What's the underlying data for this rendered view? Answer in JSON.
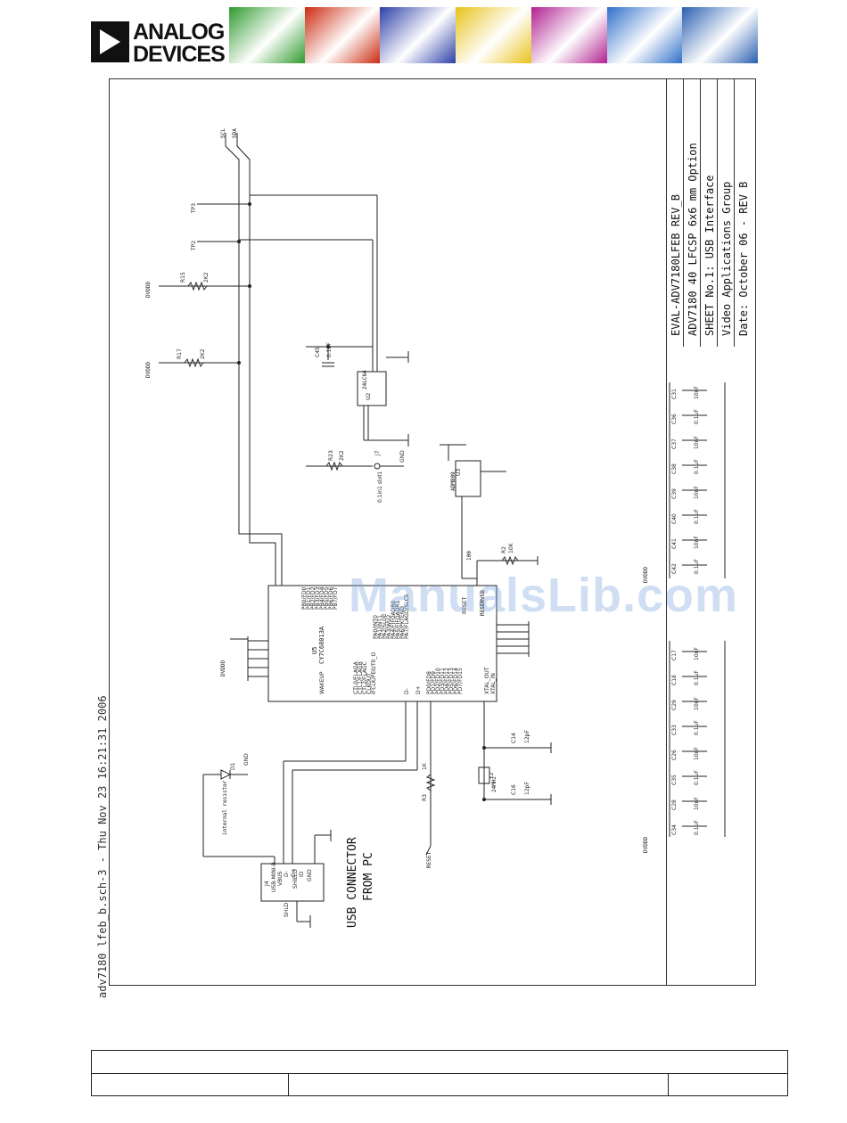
{
  "brand": {
    "line1": "ANALOG",
    "line2": "DEVICES"
  },
  "banner_colors": [
    "#2e9a2e",
    "#cc2a10",
    "#2d3fa8",
    "#e8c21a",
    "#b0208f",
    "#2f70c8",
    "#2a5fb0"
  ],
  "title_block": {
    "line1": "EVAL-ADV7180LFEB REV_B",
    "line2": "ADV7180 40 LFCSP 6x6 mm Option",
    "line3": "SHEET No.1: USB Interface",
    "line4": "Video Applications Group",
    "line5": "Date: October 06 - REV B"
  },
  "file_stamp": "adv7180 lfeb_b.sch-3 - Thu Nov 23 16:21:31 2006",
  "watermark": "ManualsLib.com",
  "schematic": {
    "connector_text": "USB CONNECTOR",
    "connector_text2": "FROM PC",
    "j4_label": "J4",
    "j4_part": "USB-MINI-B",
    "j4_vbus": "VBUS",
    "j4_dm": "D-",
    "j4_dp": "D+",
    "j4_id": "ID",
    "j4_gnd": "GND",
    "j4_shield": "SHIELD",
    "j4_shld": "SHLD",
    "internal_resistor": "internal resistor",
    "d1": "D1",
    "gnd": "GND",
    "u5": "U5",
    "u5_part": "CY7C68013A",
    "u2": "U2",
    "u2_part": "24LC64",
    "u3": "U3",
    "u3_part": "ADM809",
    "reset": "RESET",
    "reserved": "RESERVED",
    "dvddd": "DVDDD",
    "r15": "R15",
    "r15_val": "2K2",
    "r17": "R17",
    "r17_val": "2K2",
    "r23": "R23",
    "r23_val": "2K2",
    "r3": "R3",
    "r3_val": "1K",
    "r2": "R2",
    "r2_val": "10K",
    "r100": "100",
    "c14": "C14",
    "c14_val": "12pF",
    "c16": "C16",
    "c16_val": "12pF",
    "c45": "C45",
    "c45_val": "0.1uF",
    "y2": "Y2",
    "y2_val": "24MHz",
    "tp2": "TP2",
    "tp3": "TP3",
    "scl": "SCL",
    "sda": "SDA",
    "j7": "J7",
    "jumper": "0.1in1 slot1",
    "xtal_out": "XTAL_OUT",
    "xtal_in": "XTAL_IN",
    "dplus": "D+",
    "dminus": "D-",
    "wakeup": "WAKEUP",
    "pa_pins": [
      "PA0/INT0",
      "PA1/INT1",
      "PA2/SLOE",
      "PA3/WU2",
      "PA4/FIFOADR0",
      "PA5/FIFOADR1",
      "PA6/PKTEND",
      "PA7/FLAGD/SLCS"
    ],
    "pb_pins": [
      "PB0/FD0",
      "PB1/FD1",
      "PB2/FD2",
      "PB3/FD3",
      "PB4/FD4",
      "PB5/FD5",
      "PB6/FD6",
      "PB7/FD7"
    ],
    "pd_pins": [
      "PD0/FD8",
      "PD1/FD9",
      "PD2/FD10",
      "PD3/FD11",
      "PD4/FD12",
      "PD5/FD13",
      "PD6/FD14",
      "PD7/FD15"
    ],
    "ctl_pins": [
      "CTL0/FLAGA",
      "CTL1/FLAGB",
      "CTL2/FLAGC",
      "CLKOUT",
      "IFCLK/PE0/T0_O"
    ],
    "cap_rows_a": [
      {
        "ref": "C42",
        "val": "0.1uF"
      },
      {
        "ref": "C41",
        "val": "10nF"
      },
      {
        "ref": "C40",
        "val": "0.1uF"
      },
      {
        "ref": "C39",
        "val": "10nF"
      },
      {
        "ref": "C38",
        "val": "0.1uF"
      },
      {
        "ref": "C37",
        "val": "10nF"
      },
      {
        "ref": "C36",
        "val": "0.1uF"
      },
      {
        "ref": "C31",
        "val": "10nF"
      }
    ],
    "cap_rows_b": [
      {
        "ref": "C34",
        "val": "0.1uF"
      },
      {
        "ref": "C28",
        "val": "10nF"
      },
      {
        "ref": "C35",
        "val": "0.1uF"
      },
      {
        "ref": "C26",
        "val": "10nF"
      },
      {
        "ref": "C33",
        "val": "0.1uF"
      },
      {
        "ref": "C29",
        "val": "10nF"
      },
      {
        "ref": "C18",
        "val": "0.1uF"
      },
      {
        "ref": "C17",
        "val": "10nF"
      }
    ]
  }
}
